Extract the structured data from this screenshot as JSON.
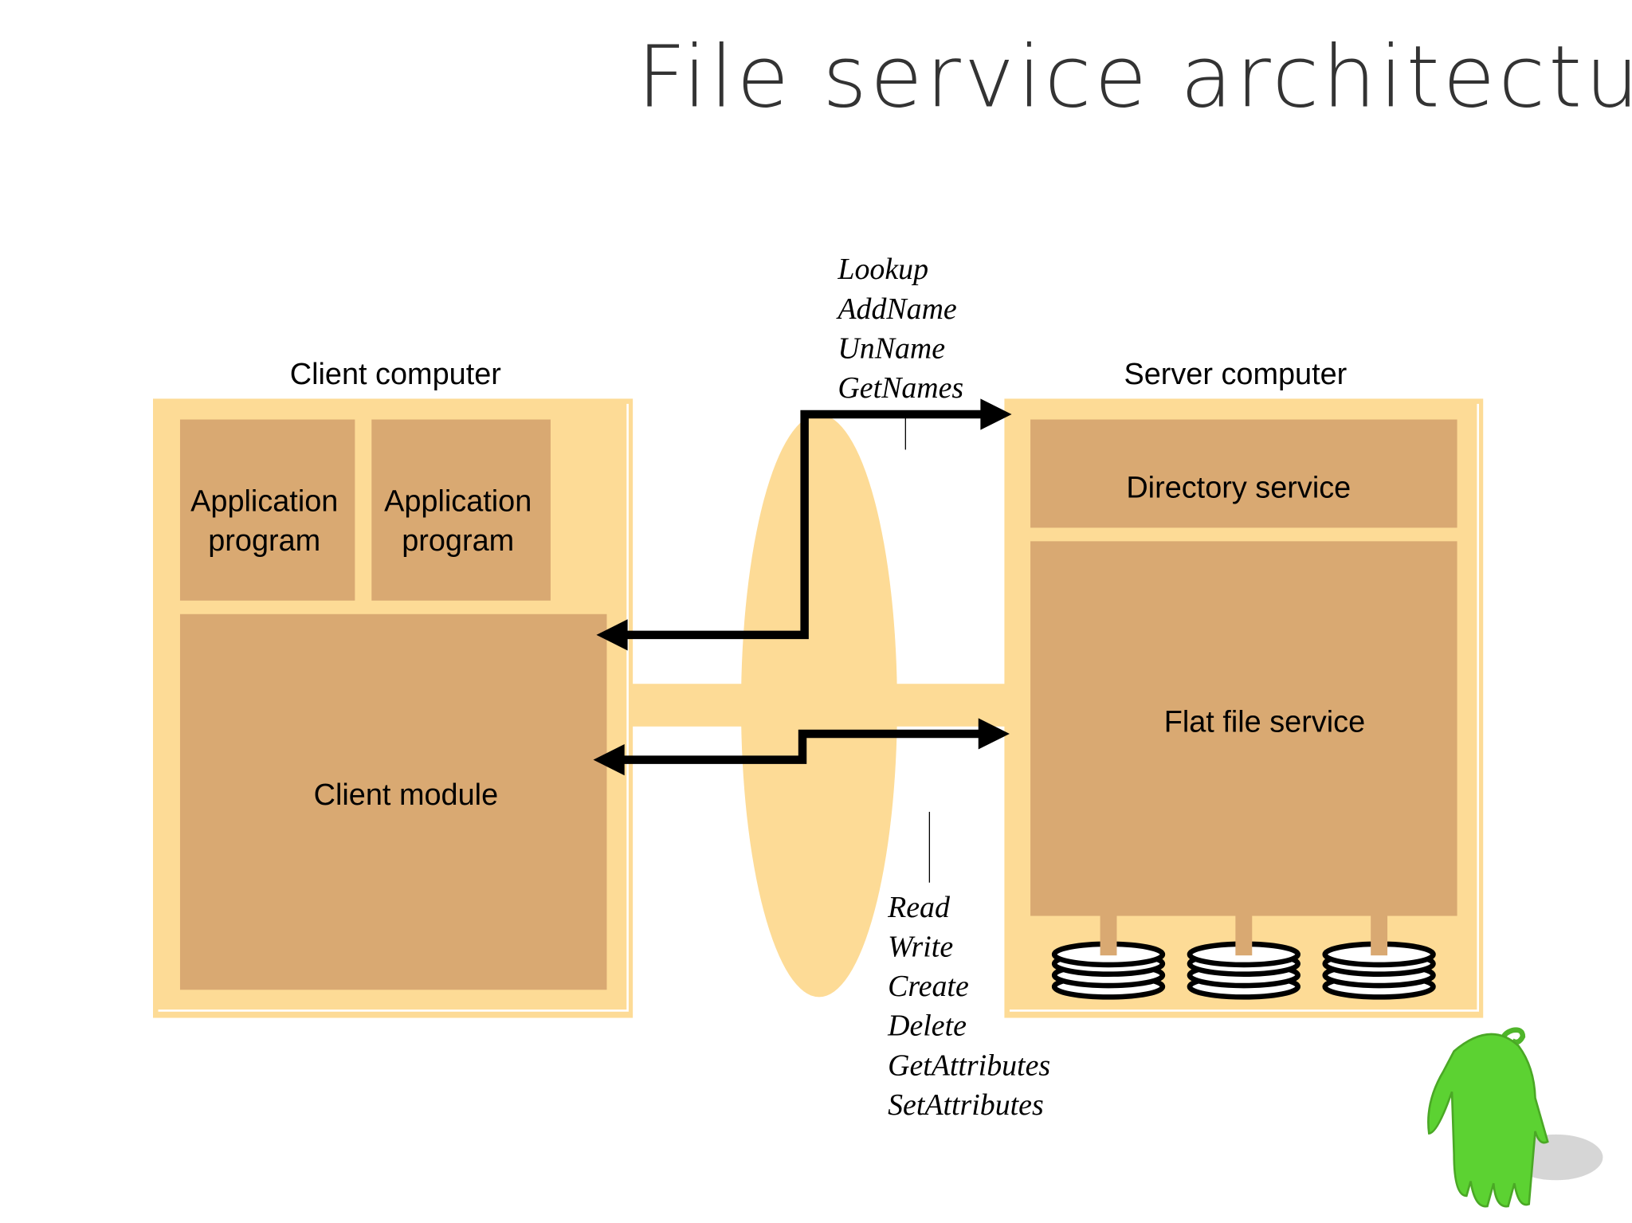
{
  "title": "File service architecture",
  "client": {
    "label": "Client computer",
    "app1": [
      "Application",
      "program"
    ],
    "app2": [
      "Application",
      "program"
    ],
    "module": "Client module"
  },
  "server": {
    "label": "Server computer",
    "directory": "Directory service",
    "flat_file": "Flat file service"
  },
  "directory_ops": [
    "Lookup",
    "AddName",
    "UnName",
    "GetNames"
  ],
  "file_ops": [
    "Read",
    "Write",
    "Create",
    "Delete",
    "GetAttributes",
    "SetAttributes"
  ],
  "colors": {
    "outer": "#FDDB96",
    "inner": "#D9A972",
    "mascot": "#5CD232"
  }
}
